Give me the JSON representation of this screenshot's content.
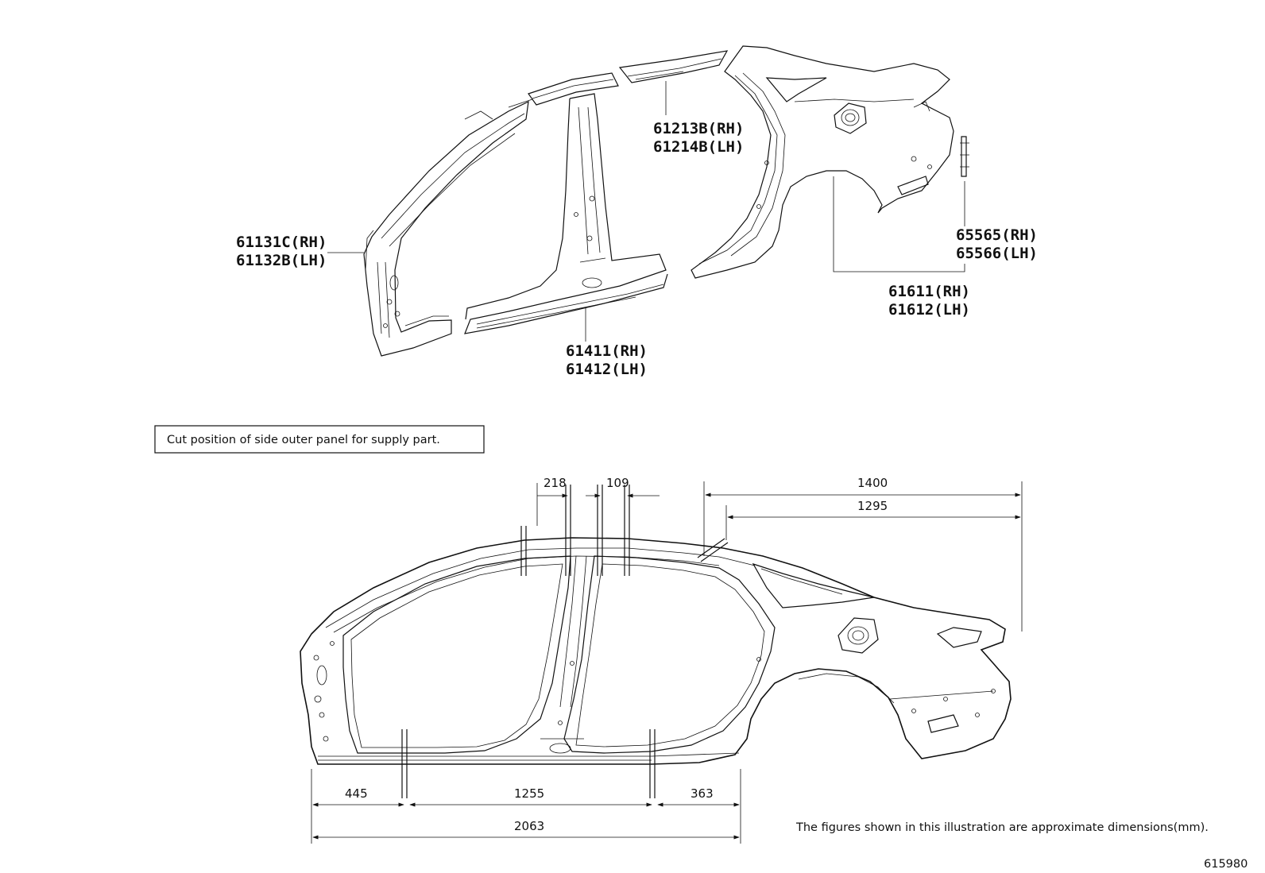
{
  "parts": {
    "front_pillar": [
      "61131C(RH)",
      "61132B(LH)"
    ],
    "roof_rail": [
      "61213B(RH)",
      "61214B(LH)"
    ],
    "rocker": [
      "61411(RH)",
      "61412(LH)"
    ],
    "rear_extension": [
      "65565(RH)",
      "65566(LH)"
    ],
    "quarter_panel": [
      "61611(RH)",
      "61612(LH)"
    ]
  },
  "cut_box_text": "Cut position of side outer panel for supply part.",
  "dimensions": {
    "top_218": "218",
    "top_109": "109",
    "top_1400": "1400",
    "top_1295": "1295",
    "bottom_445": "445",
    "bottom_1255": "1255",
    "bottom_363": "363",
    "bottom_2063": "2063"
  },
  "note": "The figures shown in this illustration are approximate dimensions(mm).",
  "diagram_id": "615980"
}
